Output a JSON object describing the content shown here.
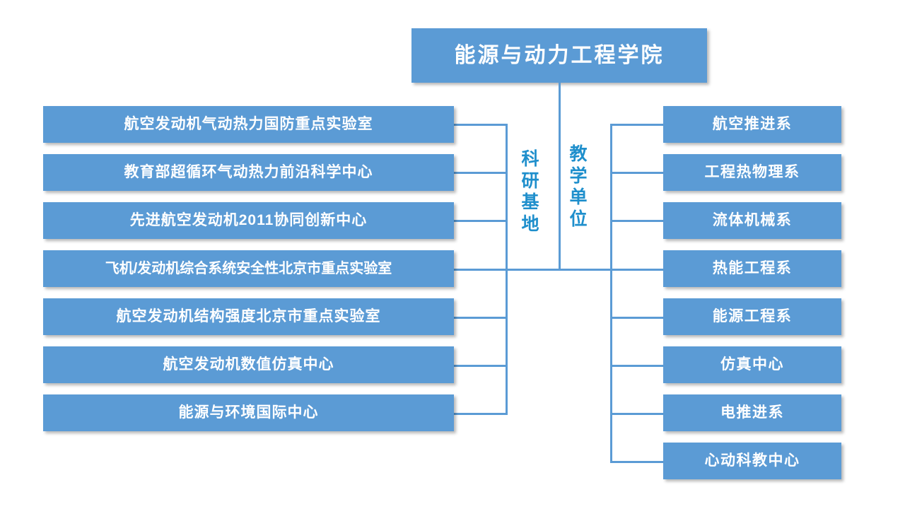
{
  "diagram": {
    "title": "能源与动力工程学院",
    "type": "organization-chart",
    "colors": {
      "node_fill": "#5B9BD5",
      "node_text": "#FFFFFF",
      "connector": "#5B9BD5",
      "branch_label_text": "#1F8FCC",
      "background": "#FFFFFF"
    },
    "root": {
      "label": "能源与动力工程学院"
    },
    "branches": [
      {
        "id": "research-bases",
        "label": "科研基地",
        "label_chars": [
          "科",
          "研",
          "基",
          "地"
        ],
        "side": "left",
        "items": [
          {
            "label": "航空发动机气动热力国防重点实验室"
          },
          {
            "label": "教育部超循环气动热力前沿科学中心"
          },
          {
            "label": "先进航空发动机2011协同创新中心"
          },
          {
            "label": "飞机/发动机综合系统安全性北京市重点实验室"
          },
          {
            "label": "航空发动机结构强度北京市重点实验室"
          },
          {
            "label": "航空发动机数值仿真中心"
          },
          {
            "label": "能源与环境国际中心"
          }
        ]
      },
      {
        "id": "teaching-units",
        "label": "教学单位",
        "label_chars": [
          "教",
          "学",
          "单",
          "位"
        ],
        "side": "right",
        "items": [
          {
            "label": "航空推进系"
          },
          {
            "label": "工程热物理系"
          },
          {
            "label": "流体机械系"
          },
          {
            "label": "热能工程系"
          },
          {
            "label": "能源工程系"
          },
          {
            "label": "仿真中心"
          },
          {
            "label": "电推进系"
          },
          {
            "label": "心动科教中心"
          }
        ]
      }
    ]
  }
}
